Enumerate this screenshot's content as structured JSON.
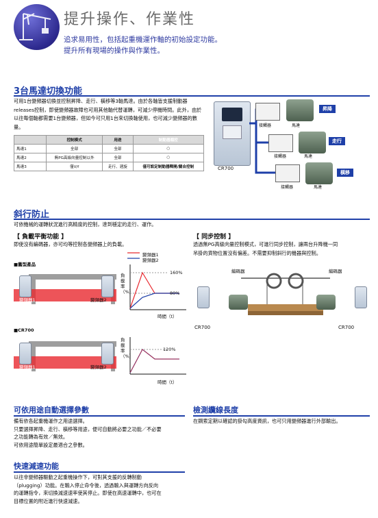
{
  "header": {
    "title": "提升操作、作業性",
    "subtitle_line1": "追求易用性，包括起重機運作軸的初始設定功能。",
    "subtitle_line2": "提升所有現場的操作與作業性。"
  },
  "motor_switch": {
    "title": "3台馬達切換功能",
    "paragraph": "可用1台變頻器切換並控制昇降、走行、橫移等3軸馬達。由於各軸皆支援制動器releases控制，即使變頻器故障也可用其他軸代替運轉，可減少停機時間。此外，由於以往每個軸都需要1台變頻器，但如今可只用1台來切換軸使用，也可減少變頻器的數量。",
    "table": {
      "headers": [
        "",
        "控制模式",
        "用途",
        "制動器順控"
      ],
      "rows": [
        [
          "馬達1",
          "全部",
          "全部",
          "○"
        ],
        [
          "馬達2",
          "無PG高級向量控制以外",
          "全部",
          "○"
        ],
        [
          "馬達3",
          "僅V/f",
          "走行、週旋",
          "僅可設定制動器釋開/關合控制"
        ]
      ]
    },
    "diagram": {
      "drive_label": "CR700",
      "contactor_label": "接觸器",
      "motor_label": "馬達",
      "axis_labels": [
        "昇降",
        "走行",
        "橫移"
      ]
    }
  },
  "anti_sway": {
    "title": "斜行防止",
    "intro": "可依機械的運轉狀況進行高精度的控制，達到穩定的走行、運作。",
    "load_balance": {
      "title": "【 負載平衡功能 】",
      "desc": "即使沒有編碼器，亦可均等控制各變頻器上的負載。",
      "legend": [
        "變頻器1",
        "變頻器2"
      ],
      "old_label": "■舊型產品",
      "new_label": "■CR700",
      "inverter_label_1": "變頻器1",
      "inverter_label_2": "變頻器2",
      "y_axis": "負載率（%）",
      "x_axis": "時間（t）",
      "old_values": [
        "160%",
        "80%"
      ],
      "new_values": [
        "120%"
      ]
    },
    "sync": {
      "title": "【 同步控制 】",
      "desc_line1": "透過無PG高級向量控制模式，可進行同步控制，讓兩台升降機一同",
      "desc_line2": "吊掛的貨物位置沒有偏差。不需要抑制斜行的機器與控制。",
      "encoder_label": "編碼器",
      "drive_label": "CR700"
    }
  },
  "auto_param": {
    "title": "可依用途自動選擇參數",
    "lines": [
      "備有依各起重機運作之用途選擇。",
      "只要選擇昇降、走行、橫移等用途，便可自動將必要之功能／不必要",
      "之功能轉為有效／無效。",
      "可依用途簡單設定最適合之參數。"
    ]
  },
  "wire_detect": {
    "title": "檢測纜線長度",
    "line": "在鋼索定期以確認的掛勾高度資訊，也可只用變頻器進行外部輸出。"
  },
  "fast_decel": {
    "title": "快速減速功能",
    "lines": [
      "以往非變頻器驅動之起重機操作下，可對其支援的反轉制動",
      "（plugging）功能。在輸入停止命令後，透過輸入與運轉方向反向",
      "的運轉指令，來切換減速速率使其停止。即使在高速運轉中，也可在",
      "目標位置的附近進行快速減速。"
    ]
  },
  "colors": {
    "accent": "#1e3fa8",
    "series1": "#e8292f",
    "series2": "#1e3fa8"
  }
}
